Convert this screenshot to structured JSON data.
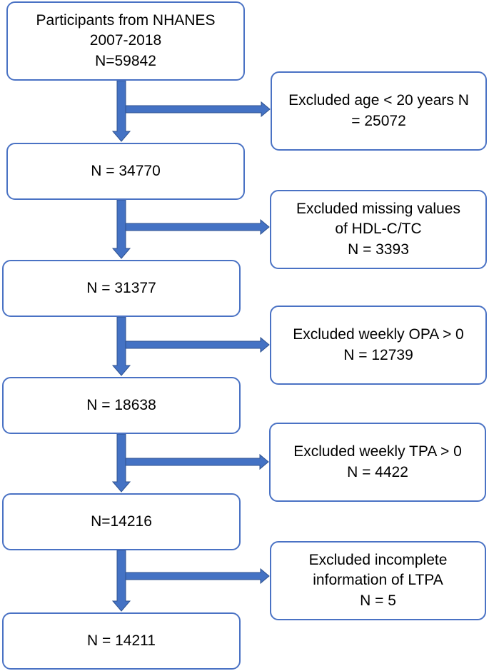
{
  "colors": {
    "border": "#4a72c4",
    "arrow_fill": "#4472c4",
    "arrow_stroke": "#2f528f"
  },
  "main_boxes": [
    {
      "id": "start",
      "text": "Participants from NHANES\n2007-2018\nN=59842"
    },
    {
      "id": "step1",
      "text": "N = 34770"
    },
    {
      "id": "step2",
      "text": "N = 31377"
    },
    {
      "id": "step3",
      "text": "N = 18638"
    },
    {
      "id": "step4",
      "text": "N=14216"
    },
    {
      "id": "final",
      "text": "N = 14211"
    }
  ],
  "exclusion_boxes": [
    {
      "id": "excl1",
      "text": "Excluded age < 20 years N\n= 25072"
    },
    {
      "id": "excl2",
      "text": "Excluded missing values\nof HDL-C/TC\nN = 3393"
    },
    {
      "id": "excl3",
      "text": "Excluded weekly OPA > 0\nN = 12739"
    },
    {
      "id": "excl4",
      "text": "Excluded weekly TPA > 0\nN = 4422"
    },
    {
      "id": "excl5",
      "text": "Excluded incomplete\ninformation of LTPA\nN = 5"
    }
  ]
}
